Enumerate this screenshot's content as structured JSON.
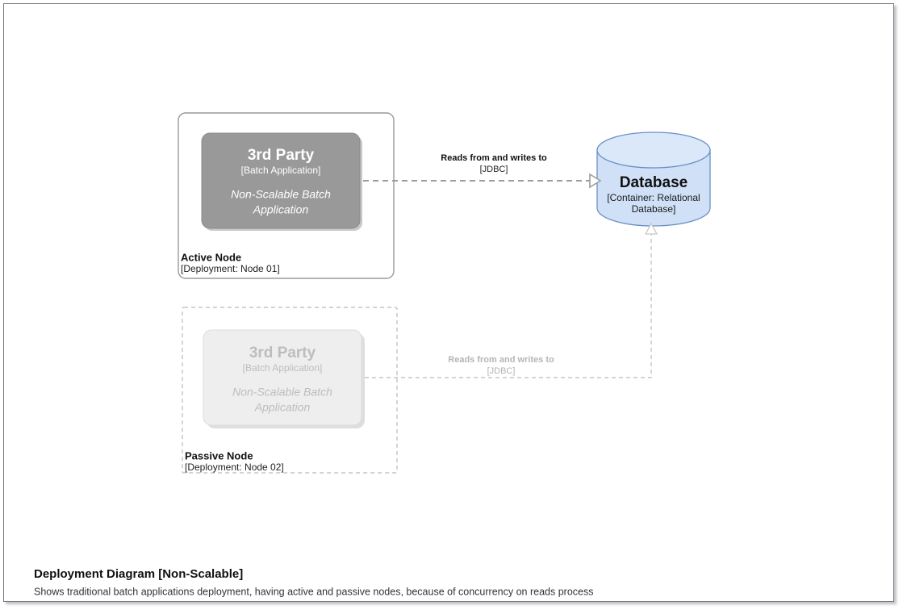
{
  "diagram": {
    "active_node": {
      "title": "Active Node",
      "subtitle": "[Deployment: Node 01]",
      "application": {
        "title": "3rd Party",
        "type": "[Batch Application]",
        "description_line1": "Non-Scalable Batch",
        "description_line2": "Application"
      }
    },
    "passive_node": {
      "title": "Passive Node",
      "subtitle": "[Deployment: Node 02]",
      "application": {
        "title": "3rd Party",
        "type": "[Batch Application]",
        "description_line1": "Non-Scalable Batch",
        "description_line2": "Application"
      }
    },
    "database": {
      "title": "Database",
      "subtitle_line1": "[Container: Relational",
      "subtitle_line2": "Database]"
    },
    "relationships": [
      {
        "label": "Reads from and writes to",
        "technology": "[JDBC]",
        "state": "active"
      },
      {
        "label": "Reads from and writes to",
        "technology": "[JDBC]",
        "state": "passive"
      }
    ]
  },
  "caption": {
    "title": "Deployment Diagram [Non-Scalable]",
    "description": "Shows traditional batch applications deployment, having active and passive nodes, because of concurrency on reads process"
  },
  "colors": {
    "app_active_fill": "#999999",
    "app_passive_fill": "#eeeeee",
    "database_fill": "#cfe0f7",
    "database_stroke": "#6a8fc4",
    "connector_active": "#9d9d9d",
    "connector_passive": "#c6c6c6",
    "frame_border": "#7b7b82"
  }
}
